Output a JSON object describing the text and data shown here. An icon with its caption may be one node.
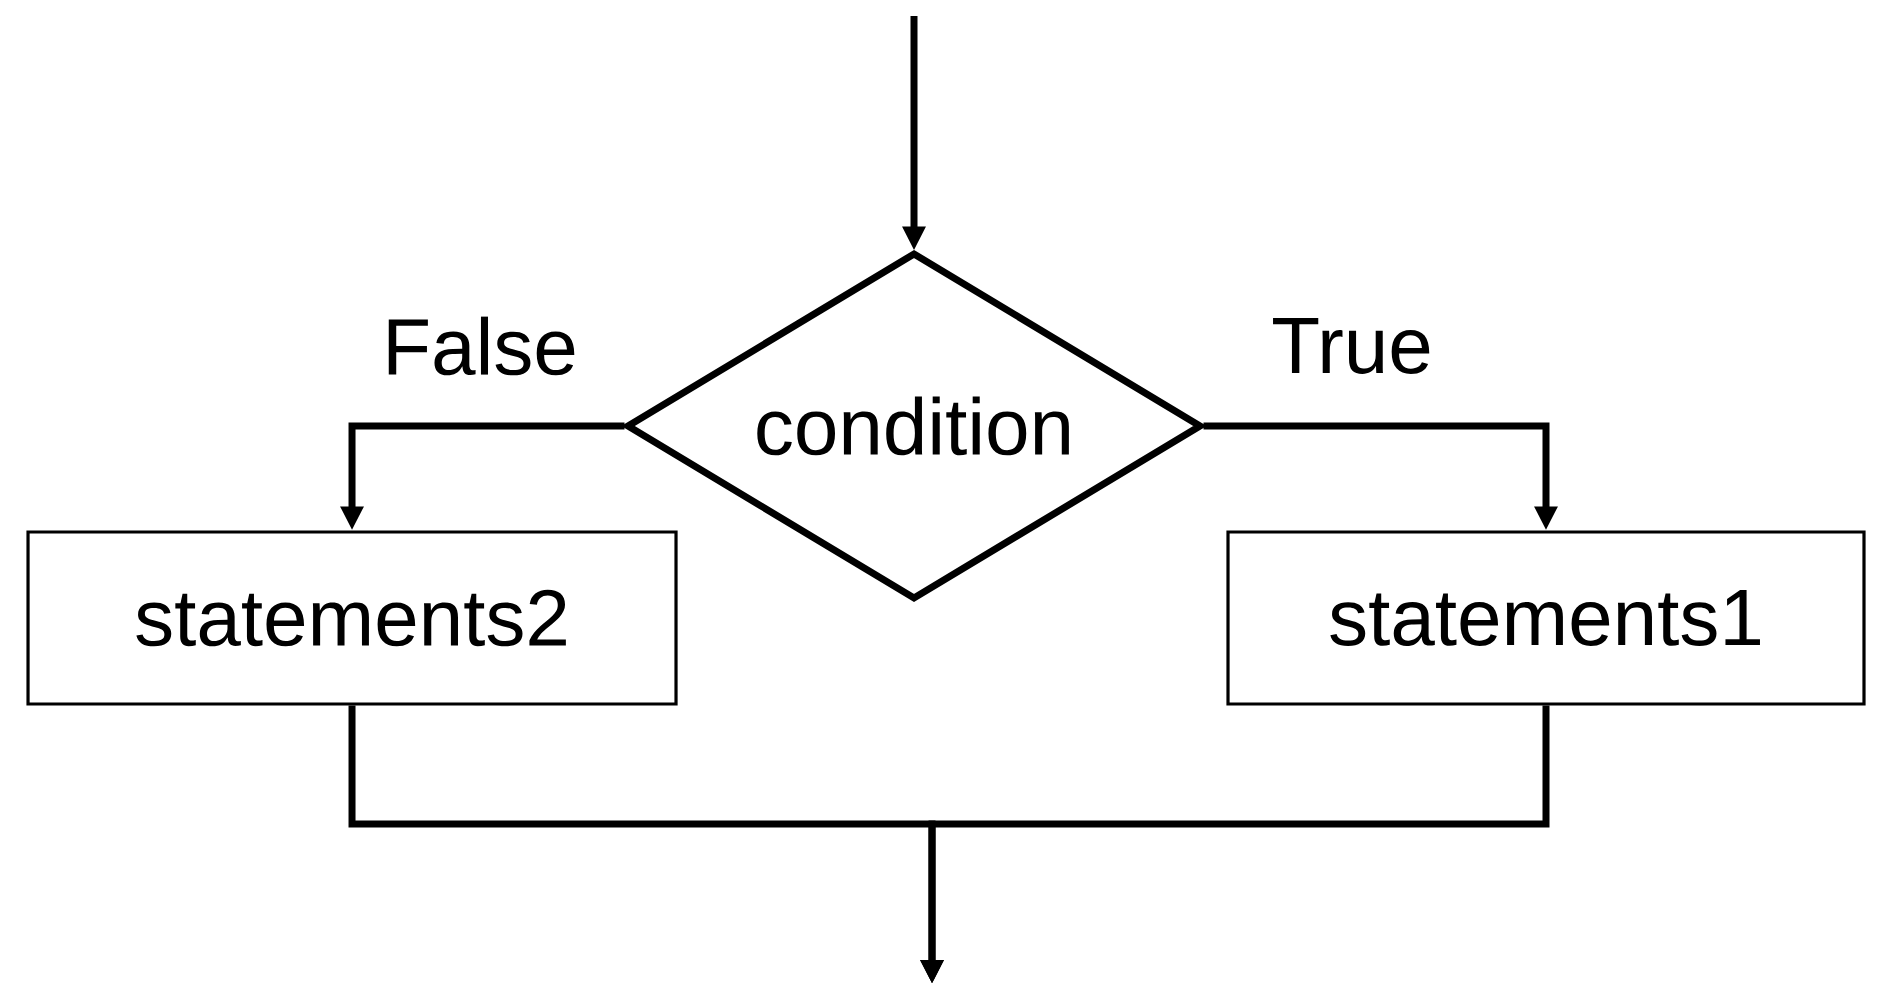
{
  "diagram": {
    "nodes": [
      {
        "text": [
          "condition"
        ]
      },
      {
        "text": [
          "statements2"
        ]
      },
      {
        "text": [
          "statements1"
        ]
      }
    ],
    "edges": [
      {
        "from": null,
        "to": 0,
        "arrow": "to"
      },
      {
        "from": 0,
        "to": 1,
        "arrow": "to",
        "label": "False"
      },
      {
        "from": 0,
        "to": 2,
        "arrow": "to",
        "label": "True"
      },
      {
        "from": 1,
        "to": null,
        "arrow": "to"
      },
      {
        "from": 2,
        "to": null,
        "arrow": "to"
      }
    ]
  }
}
